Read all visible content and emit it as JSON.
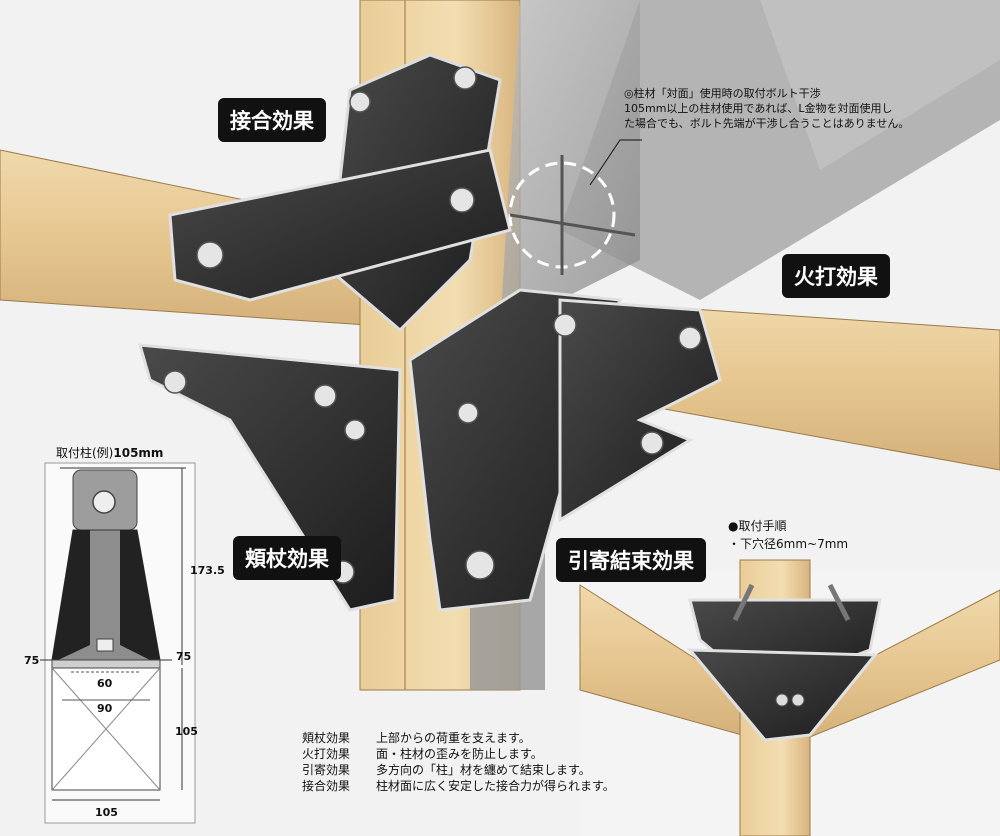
{
  "badges": {
    "joint": "接合効果",
    "fire_strut": "火打効果",
    "brace": "頬杖効果",
    "binding": "引寄結束効果"
  },
  "note": {
    "line1": "◎柱材「対面」使用時の取付ボルト干渉",
    "line2": "105mm以上の柱材使用であれば、L金物を対面使用し",
    "line3": "た場合でも、ボルト先端が干渉し合うことはありません。"
  },
  "spec": {
    "title_prefix": "取付柱(例)",
    "title_value": "105mm",
    "dim_height": "173.5",
    "dim_left_margin": "75",
    "dim_right_margin": "75",
    "dim_inner_60": "60",
    "dim_inner_90": "90",
    "dim_post_height": "105",
    "dim_post_width": "105"
  },
  "procedure": {
    "title": "●取付手順",
    "hole": "・下穴径6mm~7mm"
  },
  "legend": [
    {
      "key": "頬杖効果",
      "desc": "上部からの荷重を支えます。"
    },
    {
      "key": "火打効果",
      "desc": "面・柱材の歪みを防止します。"
    },
    {
      "key": "引寄効果",
      "desc": "多方向の「柱」材を纏めて結束します。"
    },
    {
      "key": "接合効果",
      "desc": "柱材面に広く安定した接合力が得られます。"
    }
  ]
}
